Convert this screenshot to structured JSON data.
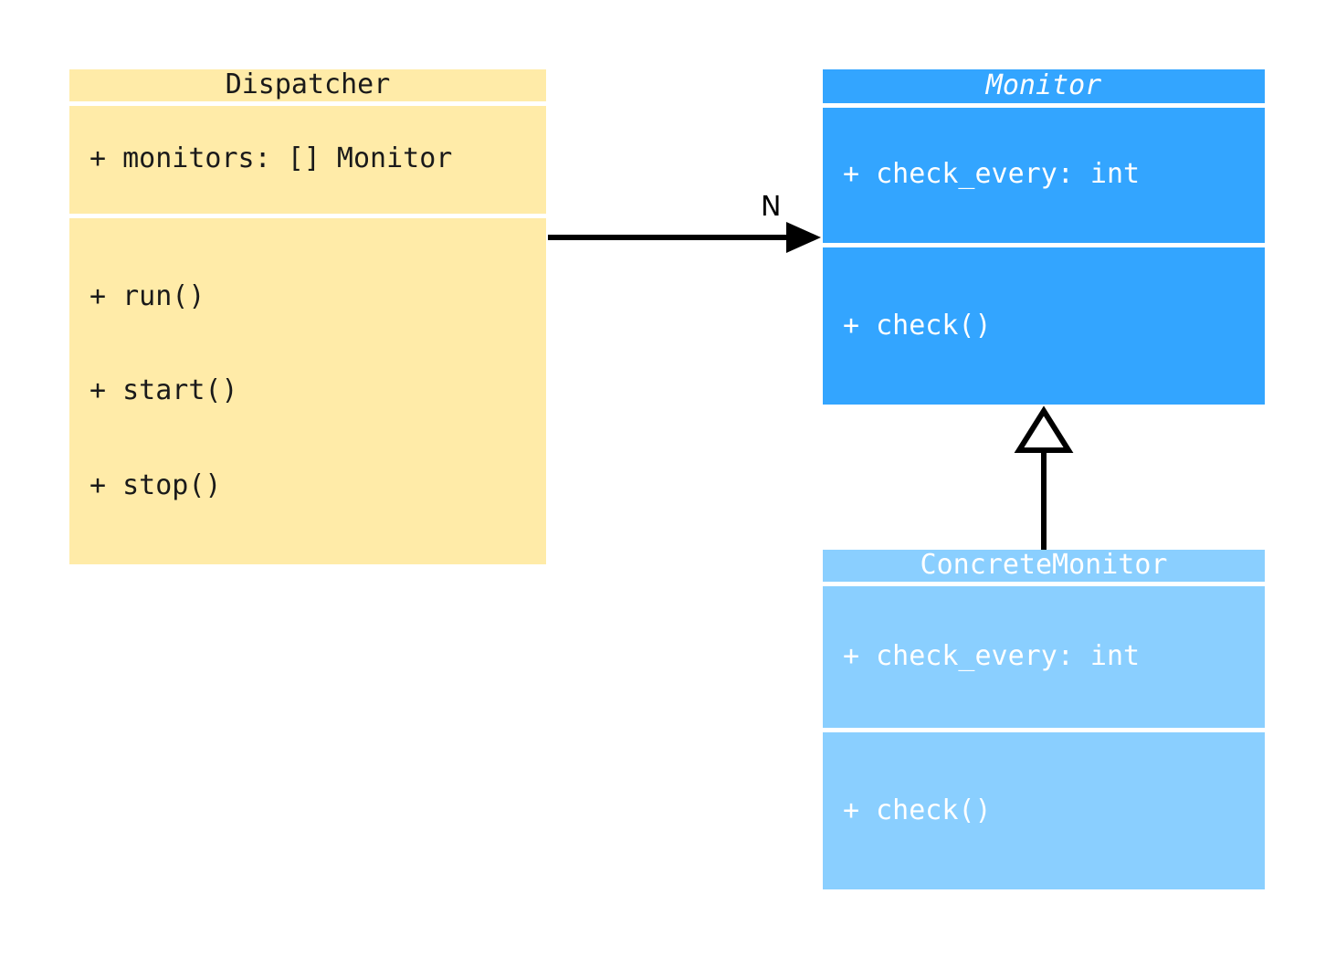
{
  "diagram": {
    "type": "uml-class-diagram",
    "background_color": "#ffffff"
  },
  "classes": [
    {
      "id": "dispatcher",
      "name": "Dispatcher",
      "abstract": false,
      "fill_color": "#ffeba8",
      "text_color": "#1a1a1a",
      "attributes": [
        "+ monitors: [] Monitor"
      ],
      "methods": [
        "+ run()",
        "+ start()",
        "+ stop()"
      ]
    },
    {
      "id": "monitor",
      "name": "Monitor",
      "abstract": true,
      "fill_color": "#33a5ff",
      "text_color": "#ffffff",
      "attributes": [
        "+ check_every: int"
      ],
      "methods": [
        "+ check()"
      ]
    },
    {
      "id": "concrete_monitor",
      "name": "ConcreteMonitor",
      "abstract": false,
      "fill_color": "#8acfff",
      "text_color": "#ffffff",
      "attributes": [
        "+ check_every: int"
      ],
      "methods": [
        "+ check()"
      ]
    }
  ],
  "relationships": [
    {
      "id": "dispatcher-monitor-association",
      "kind": "association",
      "from": "Dispatcher",
      "to": "Monitor",
      "arrowhead": "filled-arrow",
      "label": "N",
      "line_color": "#000000"
    },
    {
      "id": "concrete-monitor-inheritance",
      "kind": "generalization",
      "from": "ConcreteMonitor",
      "to": "Monitor",
      "arrowhead": "hollow-triangle",
      "label": "",
      "line_color": "#000000"
    }
  ]
}
